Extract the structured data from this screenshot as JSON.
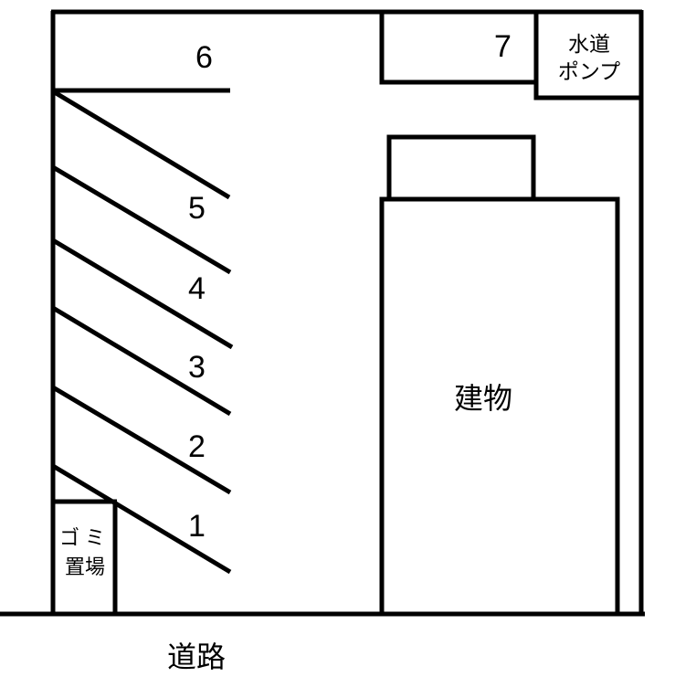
{
  "diagram": {
    "type": "parking-lot-layout",
    "line_color": "#000000",
    "background": "#ffffff",
    "spaces": [
      {
        "id": "1",
        "label": "1"
      },
      {
        "id": "2",
        "label": "2"
      },
      {
        "id": "3",
        "label": "3"
      },
      {
        "id": "4",
        "label": "4"
      },
      {
        "id": "5",
        "label": "5"
      },
      {
        "id": "6",
        "label": "6"
      },
      {
        "id": "7",
        "label": "7"
      }
    ],
    "areas": {
      "water_pump": {
        "line1": "水道",
        "line2": "ポンプ"
      },
      "garbage": {
        "line1": "ゴミ",
        "line2": "置場"
      },
      "building": {
        "label": "建物"
      },
      "road": {
        "label": "道路"
      }
    }
  }
}
